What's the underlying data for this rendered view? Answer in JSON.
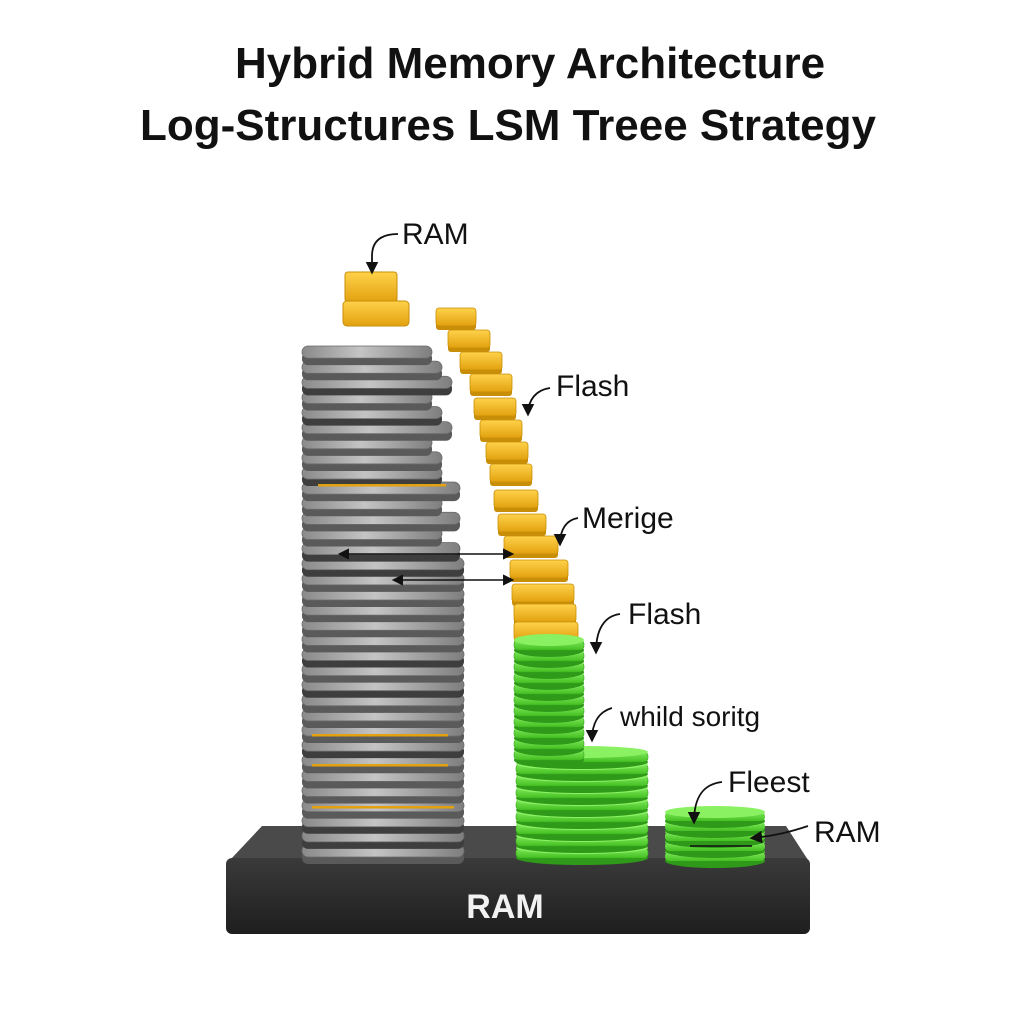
{
  "title": {
    "line1": "Hybrid Memory Architecture",
    "line2": "Log-Structures  LSM Treee Strategy"
  },
  "labels": {
    "ram_top": "RAM",
    "flash_1": "Flash",
    "merge": "Merige",
    "flash_2": "Flash",
    "sorting": "whild soritg",
    "fleest": "Fleest",
    "ram_right": "RAM",
    "base": "RAM"
  },
  "colors": {
    "gray_disc": "#9c9c9c",
    "gray_dark": "#4a4a4a",
    "gold": "#f0b41c",
    "gold_dark": "#c98e08",
    "green": "#5fd43a",
    "green_dark": "#2f9a1a",
    "base": "#2b2b2b",
    "text": "#111111"
  }
}
